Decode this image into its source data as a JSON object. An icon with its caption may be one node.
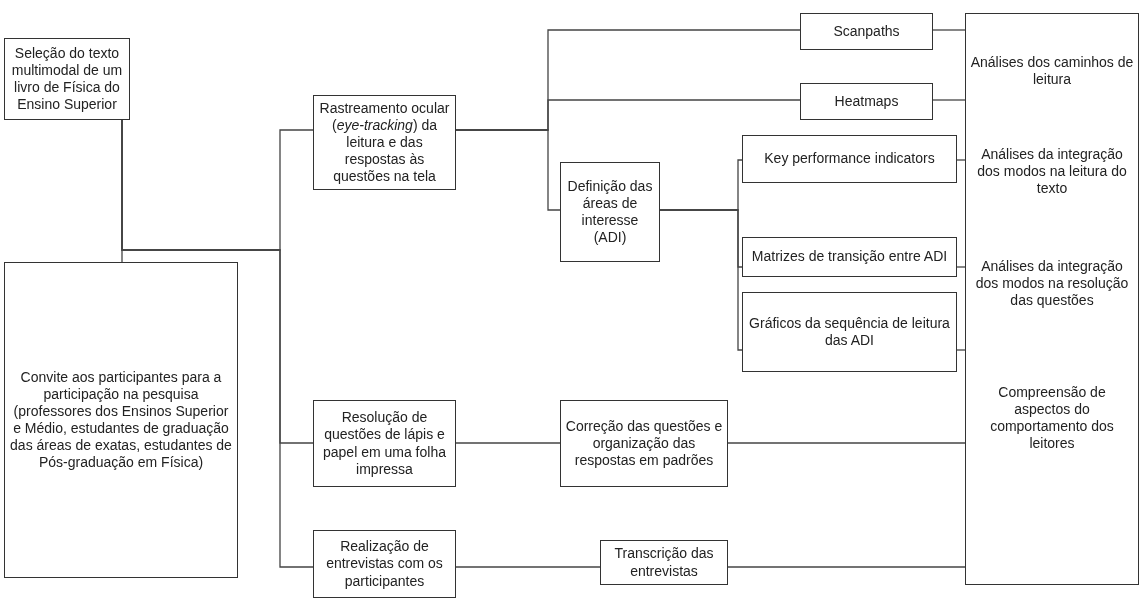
{
  "diagram": {
    "nodes": [
      {
        "text": [
          "Seleção do texto multimodal de um livro de Física do Ensino Superior"
        ]
      },
      {
        "text": [
          "Convite aos participantes para a participação na pesquisa (professores dos Ensinos Superior e Médio, estudantes de graduação das áreas de exatas, estudantes de Pós-graduação em Física)"
        ]
      },
      {
        "text": [
          "Rastreamento ocular (*eye-tracking*) da leitura e das respostas às questões na tela"
        ]
      },
      {
        "text": [
          "Resolução de questões de lápis e papel em uma folha impressa"
        ]
      },
      {
        "text": [
          "Realização de entrevistas com os participantes"
        ]
      },
      {
        "text": [
          "Scanpaths"
        ]
      },
      {
        "text": [
          "Heatmaps"
        ]
      },
      {
        "text": [
          "Definição das áreas de interesse (ADI)"
        ]
      },
      {
        "text": [
          "Key performance indicators"
        ]
      },
      {
        "text": [
          "Matrizes de transição entre ADI"
        ]
      },
      {
        "text": [
          "Gráficos da sequência de leitura das ADI"
        ]
      },
      {
        "text": [
          "Correção das questões e organização das respostas em padrões"
        ]
      },
      {
        "text": [
          "Transcrição das entrevistas"
        ]
      },
      {
        "text": [
          "Análises dos caminhos de leitura",
          "Análises da integração dos modos na leitura do texto",
          "Análises da integração dos modos na resolução das questões",
          "Compreensão de aspectos do comportamento dos leitores"
        ]
      }
    ],
    "edges": [
      {
        "from": 0,
        "to": 1,
        "arrow": "none"
      },
      {
        "from": 0,
        "to": 2,
        "arrow": "none"
      },
      {
        "from": 0,
        "to": 3,
        "arrow": "none"
      },
      {
        "from": 0,
        "to": 4,
        "arrow": "none"
      },
      {
        "from": 2,
        "to": 5,
        "arrow": "none"
      },
      {
        "from": 2,
        "to": 6,
        "arrow": "none"
      },
      {
        "from": 2,
        "to": 7,
        "arrow": "none"
      },
      {
        "from": 7,
        "to": 8,
        "arrow": "none"
      },
      {
        "from": 7,
        "to": 9,
        "arrow": "none"
      },
      {
        "from": 7,
        "to": 10,
        "arrow": "none"
      },
      {
        "from": 3,
        "to": 11,
        "arrow": "none"
      },
      {
        "from": 4,
        "to": 12,
        "arrow": "none"
      },
      {
        "from": 5,
        "to": 13,
        "arrow": "none"
      },
      {
        "from": 6,
        "to": 13,
        "arrow": "none"
      },
      {
        "from": 8,
        "to": 13,
        "arrow": "none"
      },
      {
        "from": 9,
        "to": 13,
        "arrow": "none"
      },
      {
        "from": 10,
        "to": 13,
        "arrow": "none"
      },
      {
        "from": 11,
        "to": 13,
        "arrow": "none"
      },
      {
        "from": 12,
        "to": 13,
        "arrow": "none"
      }
    ]
  }
}
